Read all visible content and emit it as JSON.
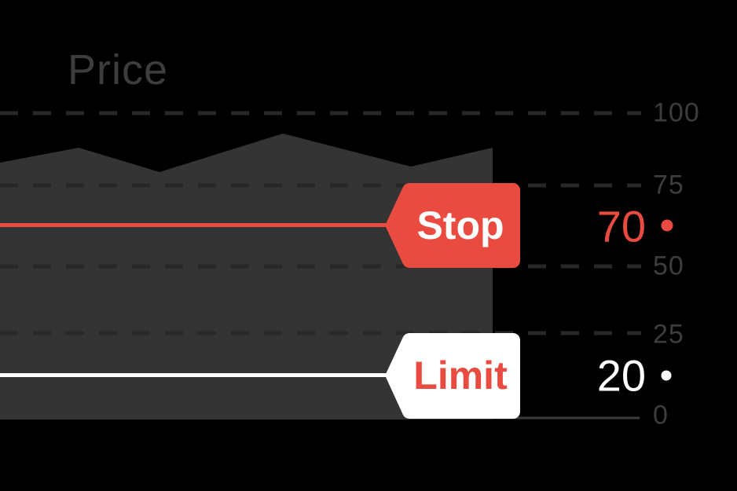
{
  "title": "Price",
  "colors": {
    "background": "#000000",
    "area": "#343434",
    "grid": "#282828",
    "baseline": "#3b3b3b",
    "label": "#3d3d3d",
    "red": "#ea4b40",
    "white": "#ffffff"
  },
  "y_axis": {
    "ticks": [
      {
        "label": "100",
        "value": 100
      },
      {
        "label": "75",
        "value": 75
      },
      {
        "label": "50",
        "value": 50
      },
      {
        "label": "25",
        "value": 25
      },
      {
        "label": "0",
        "value": 0
      }
    ]
  },
  "orders": {
    "stop": {
      "label": "Stop",
      "value": "70"
    },
    "limit": {
      "label": "Limit",
      "value": "20"
    }
  },
  "chart_data": {
    "type": "area",
    "title": "Price",
    "x": [
      0,
      1,
      2,
      3,
      4,
      5
    ],
    "values": [
      84,
      88,
      80,
      93,
      82,
      88
    ],
    "ylim": [
      0,
      100
    ],
    "yticks": [
      0,
      25,
      50,
      75,
      100
    ],
    "grid": "horizontal-dashed",
    "legend_position": "none",
    "annotations": [
      {
        "type": "hline",
        "label": "Stop",
        "value": 70,
        "color": "#ea4b40"
      },
      {
        "type": "hline",
        "label": "Limit",
        "value": 20,
        "color": "#ffffff"
      }
    ]
  }
}
